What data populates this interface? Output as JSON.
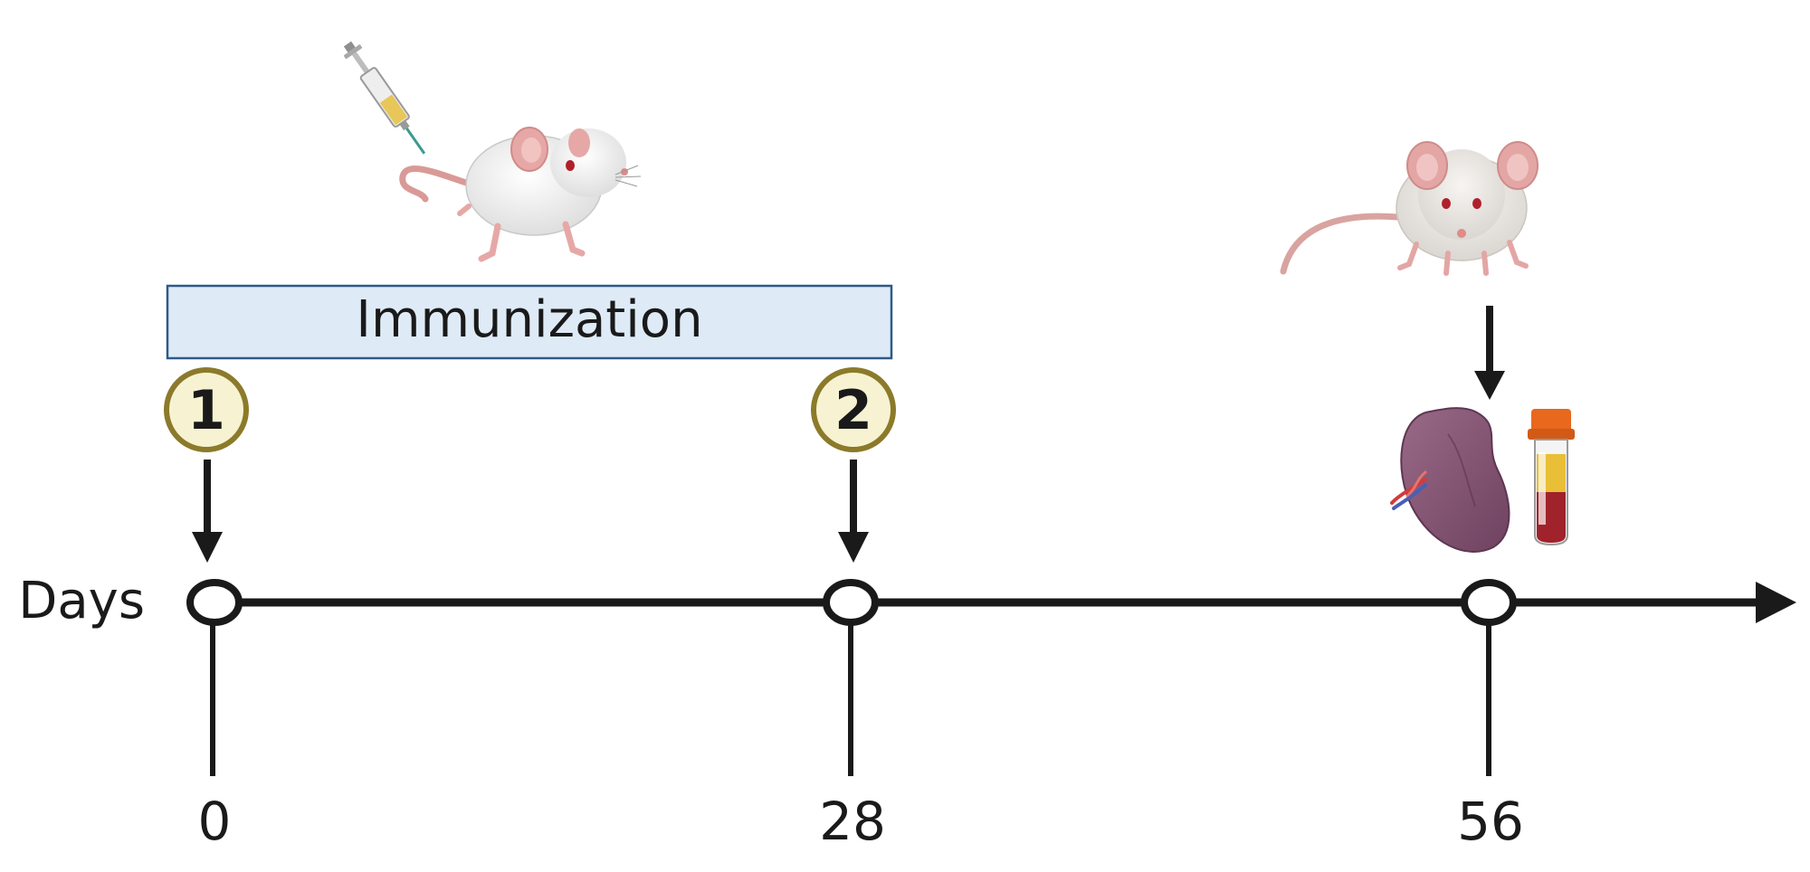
{
  "diagram": {
    "axis_label": "Days",
    "phase_label": "Immunization",
    "timepoints": [
      {
        "day": 0,
        "label": "0"
      },
      {
        "day": 28,
        "label": "28"
      },
      {
        "day": 56,
        "label": "56"
      }
    ],
    "doses": [
      {
        "number": "1",
        "day": 0
      },
      {
        "number": "2",
        "day": 28
      }
    ],
    "icons": {
      "injection": "mouse-injection-icon",
      "sacrifice": "mouse-icon",
      "organ": "spleen-icon",
      "sample": "blood-tube-icon"
    },
    "colors": {
      "line": "#1a1a1a",
      "phase_fill": "#deebf7",
      "phase_border": "#2f5a87",
      "dose_fill": "#f7f3d2",
      "dose_border": "#8c7a2b"
    }
  }
}
